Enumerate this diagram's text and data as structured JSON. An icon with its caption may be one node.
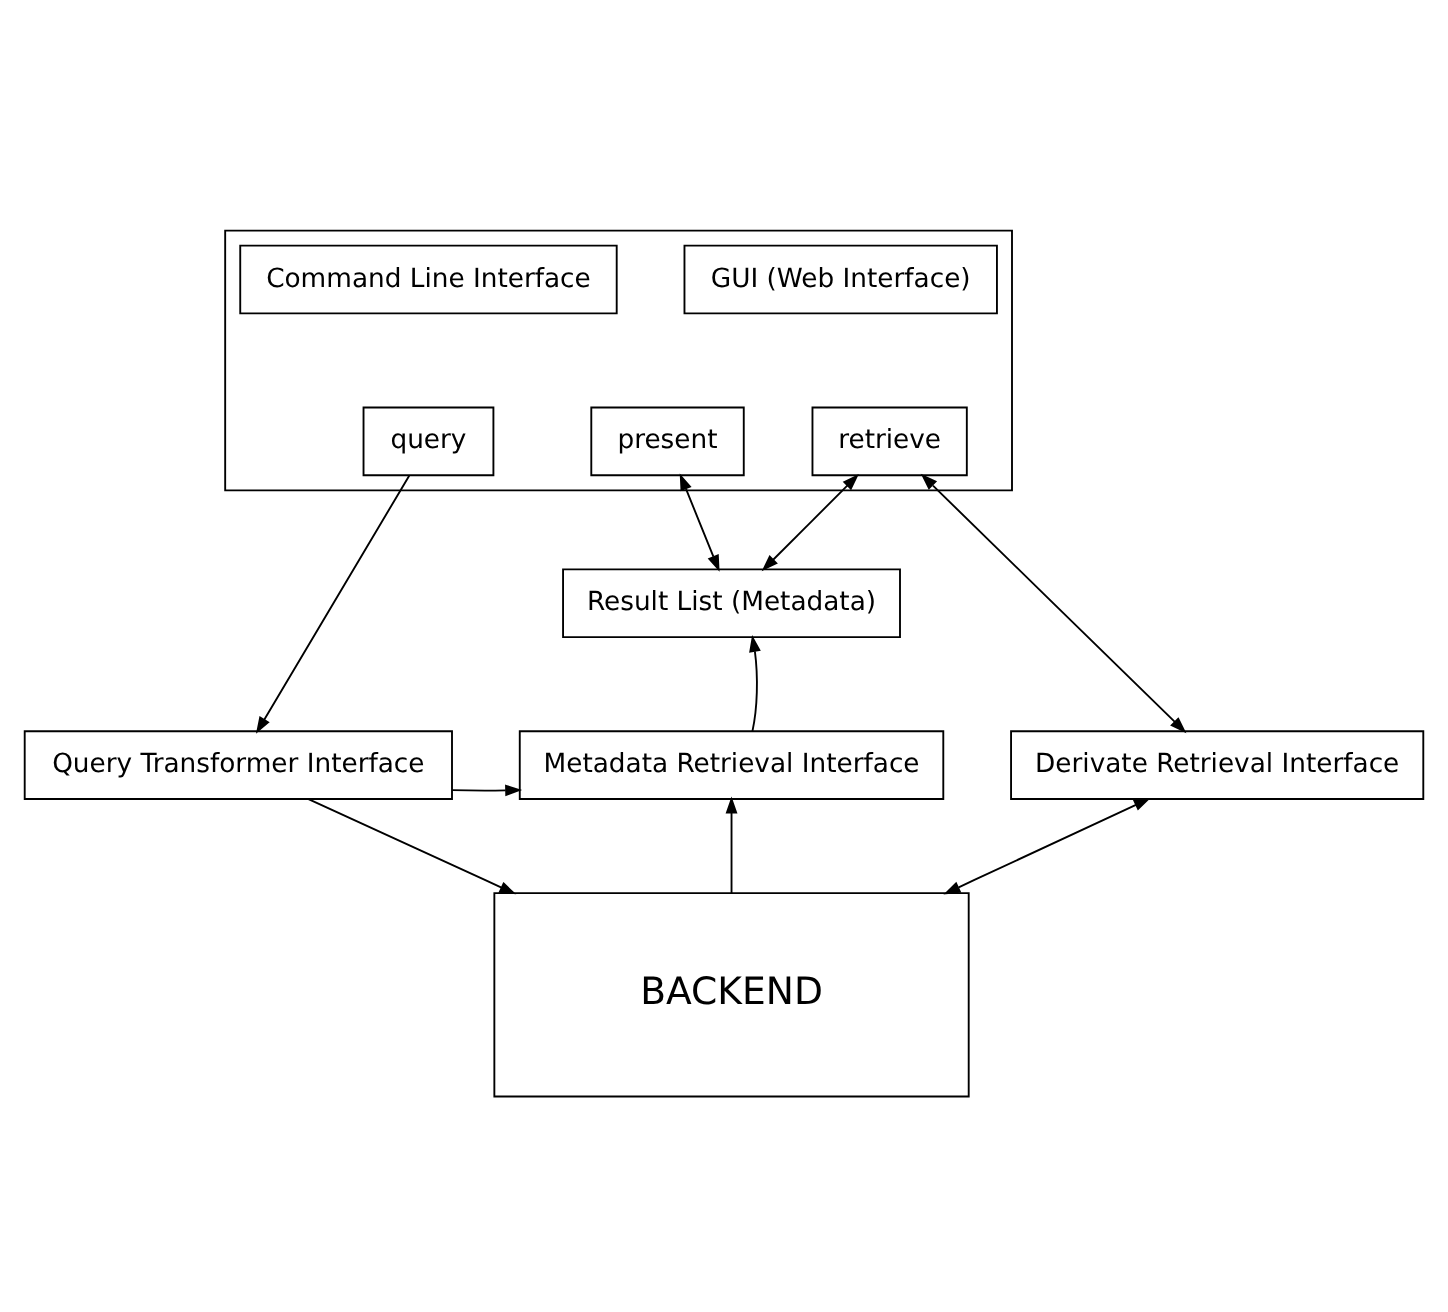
{
  "diagram": {
    "nodes": [
      {
        "text": [],
        "shape": "box"
      },
      {
        "text": [
          "Command Line Interface"
        ],
        "in": 0
      },
      {
        "text": [
          "GUI (Web Interface)"
        ],
        "in": 0
      },
      {
        "text": [
          "query"
        ],
        "in": 0
      },
      {
        "text": [
          "present"
        ],
        "in": 0
      },
      {
        "text": [
          "retrieve"
        ],
        "in": 0
      },
      {
        "text": [
          "Result List (Metadata)"
        ]
      },
      {
        "text": [
          "Query Transformer Interface"
        ]
      },
      {
        "text": [
          "Metadata Retrieval Interface"
        ]
      },
      {
        "text": [
          "Derivate Retrieval Interface"
        ]
      },
      {
        "text": [
          "BACKEND"
        ]
      }
    ],
    "edges": [
      {
        "from": 3,
        "to": 7,
        "arrow": "to"
      },
      {
        "from": 4,
        "to": 6,
        "arrow": "both"
      },
      {
        "from": 5,
        "to": 6,
        "arrow": "both"
      },
      {
        "from": 5,
        "to": 9,
        "arrow": "both"
      },
      {
        "from": 7,
        "to": 8,
        "arrow": "to"
      },
      {
        "from": 8,
        "to": 6,
        "arrow": "to"
      },
      {
        "from": 7,
        "to": 10,
        "arrow": "to"
      },
      {
        "from": 10,
        "to": 8,
        "arrow": "to"
      },
      {
        "from": 9,
        "to": 10,
        "arrow": "both"
      }
    ]
  }
}
